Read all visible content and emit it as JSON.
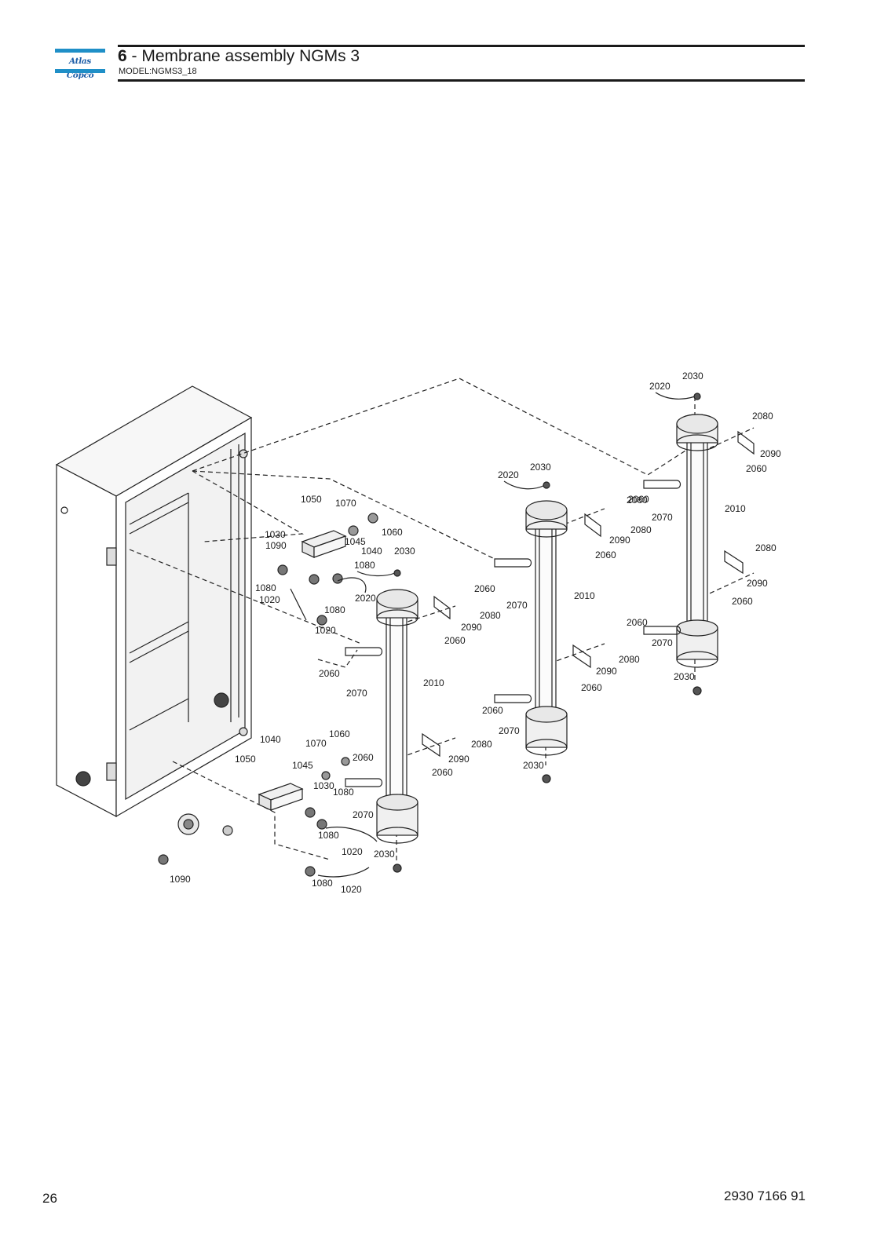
{
  "header": {
    "logo_text": "AtlasCopco",
    "section_number": "6",
    "section_title": " - Membrane assembly NGMs 3",
    "model": "MODEL:NGMS3_18"
  },
  "diagram": {
    "part_labels": [
      "2020",
      "2030",
      "2080",
      "2090",
      "2060",
      "2010",
      "2060",
      "2070",
      "2080",
      "2090",
      "2060",
      "2060",
      "2070",
      "2030",
      "2020",
      "2030",
      "2060",
      "2080",
      "2090",
      "2060",
      "2070",
      "2010",
      "2060",
      "2080",
      "2090",
      "2060",
      "2070",
      "2030",
      "1050",
      "1070",
      "1060",
      "1030",
      "1090",
      "1045",
      "1040",
      "2030",
      "1080",
      "2020",
      "1080",
      "1020",
      "1080",
      "1020",
      "2060",
      "2080",
      "2090",
      "2060",
      "2060",
      "2070",
      "2010",
      "1040",
      "1070",
      "1060",
      "1050",
      "1045",
      "2060",
      "1030",
      "1080",
      "2070",
      "2060",
      "2080",
      "2090",
      "1080",
      "1020",
      "2030",
      "1090",
      "1080",
      "1020"
    ]
  },
  "footer": {
    "page_number": "26",
    "document_number": "2930 7166 91"
  }
}
